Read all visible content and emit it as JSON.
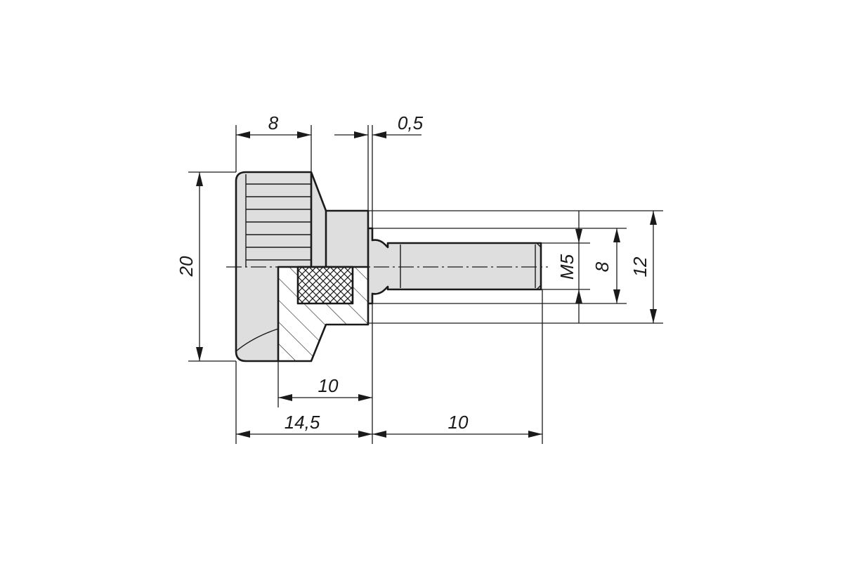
{
  "dimensions": {
    "head_width": "8",
    "collar_gap": "0,5",
    "head_diameter": "20",
    "thread_size": "M5",
    "insert_diameter": "8",
    "collar_diameter": "12",
    "insert_depth": "10",
    "overall_head_length": "14,5",
    "thread_length": "10"
  },
  "colors": {
    "line": "#1a1a1a",
    "body": "#dedede",
    "background": "#ffffff"
  }
}
